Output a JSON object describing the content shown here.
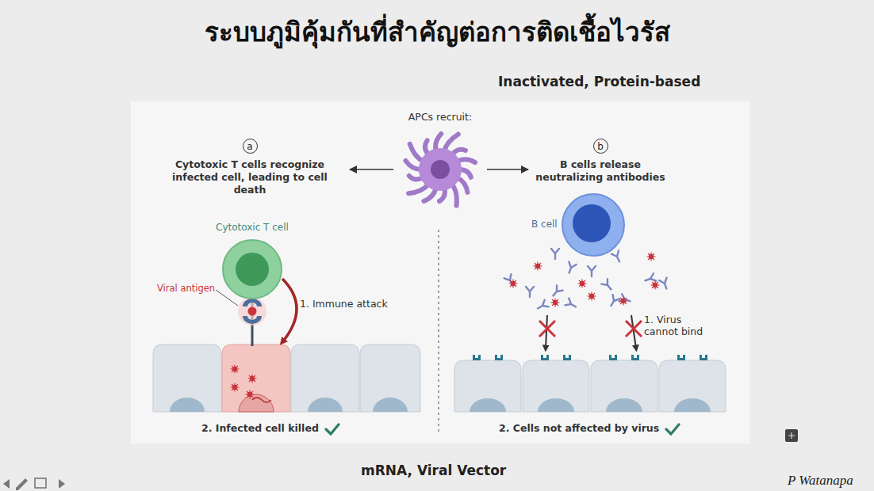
{
  "diagram": {
    "title": "ระบบภูมิคุ้มกันที่สำคัญต่อการติดเชื้อไวรัส",
    "nodes": [
      {
        "text": [
          "APCs recruit:"
        ]
      },
      {
        "text": [
          "a",
          "Cytotoxic T cells recognize infected cell, leading to cell death"
        ]
      },
      {
        "text": [
          "b",
          "B cells release neutralizing antibodies"
        ]
      },
      {
        "text": [
          "Cytotoxic T cell"
        ]
      },
      {
        "text": [
          "B cell"
        ]
      }
    ],
    "edges": [
      {
        "from": 0,
        "to": 1,
        "arrow": "to"
      },
      {
        "from": 0,
        "to": 2,
        "arrow": "to"
      }
    ],
    "labels": [
      "Inactivated, Protein-based",
      "Viral antigen",
      "1. Immune attack",
      "2. Infected cell killed",
      "1. Virus cannot bind",
      "2. Cells not affected by virus",
      "mRNA, Viral Vector",
      "P Watanapa"
    ]
  }
}
